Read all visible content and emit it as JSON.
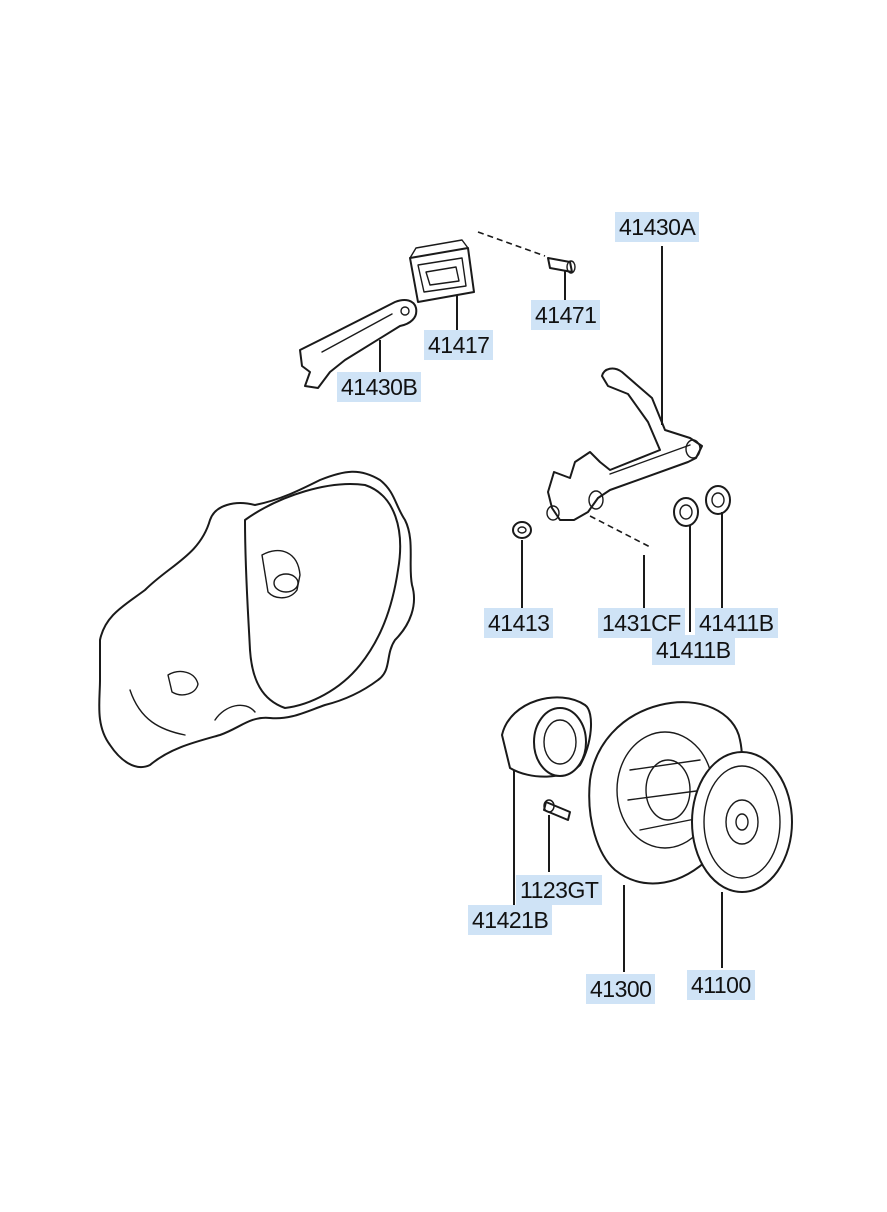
{
  "diagram": {
    "label_background": "#cfe3f6",
    "line_color": "#1a1a1a",
    "parts": [
      {
        "id": "p41430A",
        "number": "41430A",
        "icon": "release-fork-shaft"
      },
      {
        "id": "p41471",
        "number": "41471",
        "icon": "bolt"
      },
      {
        "id": "p41417",
        "number": "41417",
        "icon": "dust-boot"
      },
      {
        "id": "p41430B",
        "number": "41430B",
        "icon": "release-lever"
      },
      {
        "id": "p41413",
        "number": "41413",
        "icon": "bushing"
      },
      {
        "id": "p1431CF",
        "number": "1431CF",
        "icon": "spring-pin"
      },
      {
        "id": "p41411B_a",
        "number": "41411B",
        "icon": "bushing"
      },
      {
        "id": "p41411B_b",
        "number": "41411B",
        "icon": "bushing"
      },
      {
        "id": "p1123GT",
        "number": "1123GT",
        "icon": "bolt"
      },
      {
        "id": "p41421B",
        "number": "41421B",
        "icon": "release-bearing"
      },
      {
        "id": "p41300",
        "number": "41300",
        "icon": "clutch-cover"
      },
      {
        "id": "p41100",
        "number": "41100",
        "icon": "clutch-disc"
      }
    ]
  }
}
